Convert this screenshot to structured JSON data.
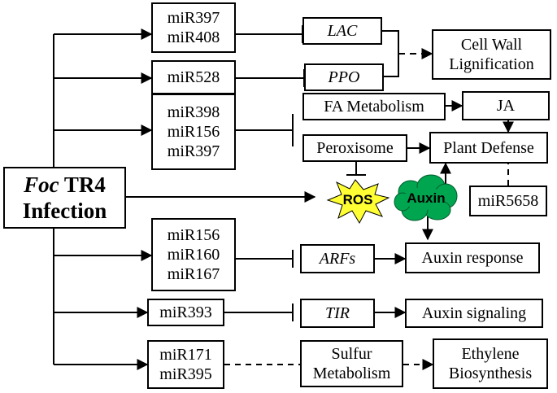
{
  "infection": {
    "italic": "Foc",
    "rest": " TR4",
    "line2": "Infection"
  },
  "mirs": {
    "g1": [
      "miR397",
      "miR408"
    ],
    "g2": [
      "miR528"
    ],
    "g3": [
      "miR398",
      "miR156",
      "miR397"
    ],
    "g4": [
      "miR156",
      "miR160",
      "miR167"
    ],
    "g5": [
      "miR393"
    ],
    "g6": [
      "miR171",
      "miR395"
    ],
    "g7": [
      "miR5658"
    ]
  },
  "targets": {
    "lac": "LAC",
    "ppo": "PPO",
    "fa": "FA Metabolism",
    "perox": "Peroxisome",
    "arfs": "ARFs",
    "tir": "TIR",
    "sulfur": [
      "Sulfur",
      "Metabolism"
    ]
  },
  "outcomes": {
    "cellwall": [
      "Cell Wall",
      "Lignification"
    ],
    "ja": "JA",
    "defense": "Plant Defense",
    "auxresp": "Auxin response",
    "auxsig": "Auxin signaling",
    "ethylene": [
      "Ethylene",
      "Biosynthesis"
    ]
  },
  "signals": {
    "ros": "ROS",
    "auxin": "Auxin"
  },
  "colors": {
    "ros": "#FFFF33",
    "auxin": "#00A550",
    "line": "#000000"
  }
}
